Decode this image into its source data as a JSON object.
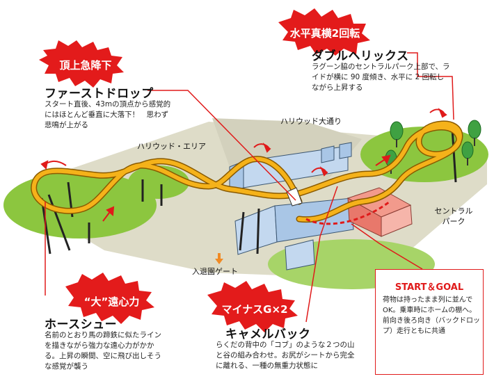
{
  "badges": {
    "first_drop": "頂上急降下",
    "double_helix": "水平真横2回転",
    "horseshoe": "“大”遠心力",
    "camel": "マイナスG×2"
  },
  "sections": {
    "first_drop": {
      "title": "ファーストドロップ",
      "desc": "スタート直後、43mの頂点から感覚的にはほとんど垂直に大落下！　思わず悲鳴が上がる"
    },
    "double_helix": {
      "title": "ダブルヘリックス",
      "desc": "ラグーン脇のセントラルパーク上部で、ライドが横に 90 度傾き、水平に 2 回転しながら上昇する"
    },
    "horseshoe": {
      "title": "ホースシュー",
      "desc": "名前のとおり馬の蹄鉄に似たラインを描きながら強力な遠心力がかかる。上昇の瞬間、空に飛び出しそうな感覚が襲う"
    },
    "camel": {
      "title": "キャメルバック",
      "desc": "らくだの背中の「コブ」のような２つの山と谷の組み合わせ。お尻がシートから完全に離れる、一種の無重力状態に"
    }
  },
  "places": {
    "hollywood_street": "ハリウッド大通り",
    "hollywood_area": "ハリウッド・エリア",
    "central_park": "セントラルパーク",
    "gate": "入退園ゲート"
  },
  "start_goal": {
    "title": "START＆GOAL",
    "desc": "荷物は持ったまま列に並んでOK。乗車時にホームの棚へ。前向き後ろ向き（バックドロップ）走行ともに共通"
  },
  "colors": {
    "burst_red": "#e31b1b",
    "track_yellow": "#f5b21a",
    "grass_green": "#8cc63f",
    "ground_beige": "#dedcc8",
    "building_blue": "#a9c6e6",
    "station_pink": "#f29a8c",
    "leader_red": "#e01a1a"
  }
}
